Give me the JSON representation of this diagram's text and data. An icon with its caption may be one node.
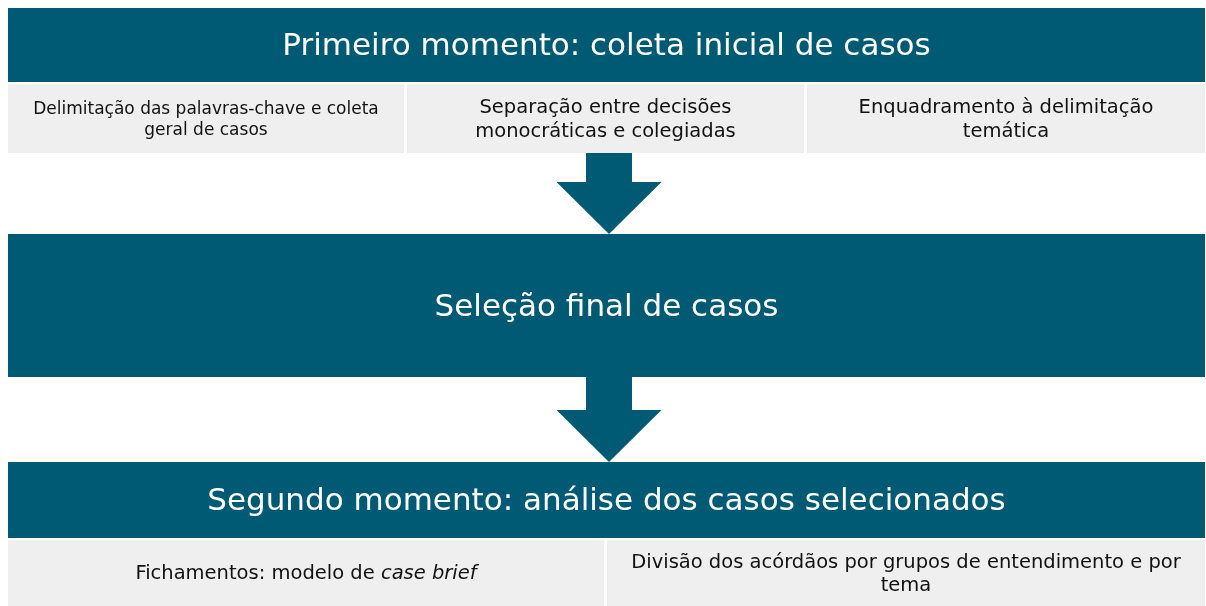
{
  "diagram": {
    "nodes": [
      {
        "text": [
          "Primeiro momento: coleta inicial de casos"
        ]
      },
      {
        "text": [
          "Delimitação das palavras-chave e coleta geral de casos"
        ]
      },
      {
        "text": [
          "Separação entre decisões monocráticas e colegiadas"
        ]
      },
      {
        "text": [
          "Enquadramento à delimitação temática"
        ]
      },
      {
        "text": [
          "Seleção final de casos"
        ]
      },
      {
        "text": [
          "Segundo momento: análise dos casos selecionados"
        ]
      },
      {
        "text": [
          "Fichamentos: modelo de *case brief*"
        ]
      },
      {
        "text": [
          "Divisão dos acórdãos por grupos de entendimento e por tema"
        ]
      }
    ],
    "edges": [
      {
        "from": 2,
        "to": 4,
        "arrow": "to"
      },
      {
        "from": 4,
        "to": 5,
        "arrow": "to"
      }
    ]
  }
}
